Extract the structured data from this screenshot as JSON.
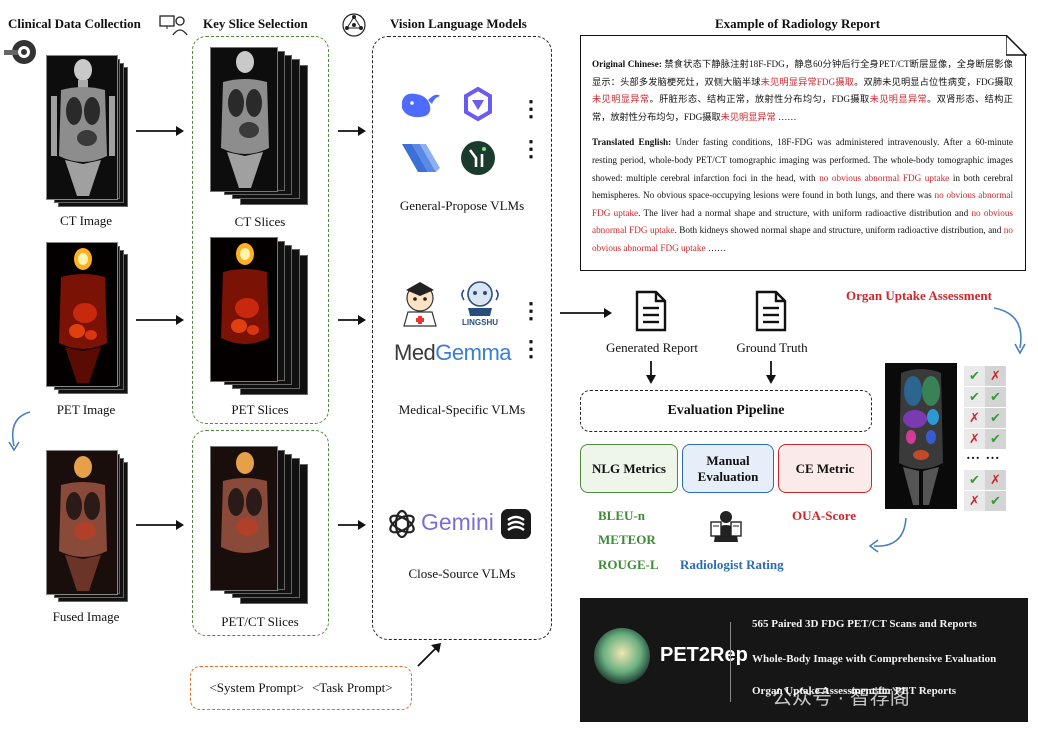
{
  "sections": {
    "collection": "Clinical Data Collection",
    "key_slice": "Key Slice Selection",
    "vlm": "Vision Language Models",
    "report_example": "Example of Radiology Report"
  },
  "images": {
    "ct": "CT Image",
    "pet": "PET Image",
    "fused": "Fused Image"
  },
  "slices": {
    "ct": "CT Slices",
    "pet": "PET Slices",
    "petct": "PET/CT Slices"
  },
  "vlm_groups": {
    "general": "General-Propose VLMs",
    "medical": "Medical-Specific VLMs",
    "closed": "Close-Source VLMs",
    "medgemma_med": "Med",
    "medgemma_gemma": "Gemma",
    "lingshu": "LINGSHU",
    "gemini": "Gemini",
    "ellipsis": "⋮"
  },
  "prompt": {
    "system": "<System Prompt>",
    "task": "<Task Prompt>"
  },
  "report": {
    "orig_label": "Original Chinese:",
    "orig_1": " 禁食状态下静脉注射18F-FDG，静息60分钟后行全身PET/CT断层显像，全身断层影像显示：头部多发脑梗死灶，双侧大脑半球",
    "orig_r1": "未见明显异常FDG摄取",
    "orig_2": "。双肺未见明显占位性病变，FDG摄取",
    "orig_r2": "未见明显异常",
    "orig_3": "。肝脏形态、结构正常，放射性分布均匀，FDG摄取",
    "orig_r3": "未见明显异常",
    "orig_4": "。双肾形态、结构正常，放射性分布均匀，FDG摄取",
    "orig_r4": "未见明显异常",
    "orig_5": " ……",
    "trans_label": "Translated English:",
    "trans_1": " Under fasting conditions, 18F-FDG was administered intravenously. After a 60-minute resting period, whole-body PET/CT tomographic imaging was performed. The whole-body tomographic images showed: multiple cerebral infarction foci in the head, with ",
    "trans_r1": "no obvious abnormal FDG uptake",
    "trans_2": " in both cerebral hemispheres. No obvious space-occupying lesions were found in both lungs, and there was ",
    "trans_r2": "no obvious abnormal FDG uptake",
    "trans_3": ". The liver had a normal shape and structure, with uniform radioactive distribution and ",
    "trans_r3": "no obvious abnormal FDG uptake",
    "trans_4": ". Both kidneys showed normal shape and structure, uniform radioactive distribution, and ",
    "trans_r4": "no obvious abnormal FDG uptake",
    "trans_5": " ……"
  },
  "evaluation": {
    "generated": "Generated Report",
    "ground_truth": "Ground Truth",
    "organ_uptake": "Organ Uptake Assessment",
    "pipeline": "Evaluation Pipeline",
    "nlg": "NLG Metrics",
    "manual_1": "Manual",
    "manual_2": "Evaluation",
    "ce": "CE Metric",
    "bleu": "BLEU-n",
    "meteor": "METEOR",
    "rouge": "ROUGE-L",
    "radiologist": "Radiologist Rating",
    "oua": "OUA-Score",
    "dots": "… …"
  },
  "checks": [
    [
      "✔",
      "✗"
    ],
    [
      "✔",
      "✔"
    ],
    [
      "✗",
      "✔"
    ],
    [
      "✗",
      "✔"
    ],
    [
      "✔",
      "✗"
    ],
    [
      "✗",
      "✔"
    ]
  ],
  "pet2rep": {
    "name": "PET2Rep",
    "line1": "565 Paired 3D FDG PET/CT Scans and Reports",
    "line2": "Whole-Body Image with Comprehensive Evaluation",
    "line3": "Organ Uptake Assessment for PET Reports",
    "watermark": "公众号 · 智荐阁"
  },
  "colors": {
    "green": "#4f8a3a",
    "orange": "#e0702a",
    "red": "#d0262b",
    "blue": "#2b6db0",
    "nlg_bg": "#eef6ea",
    "manual_bg": "#e6eef9",
    "ce_bg": "#fbeaea"
  }
}
